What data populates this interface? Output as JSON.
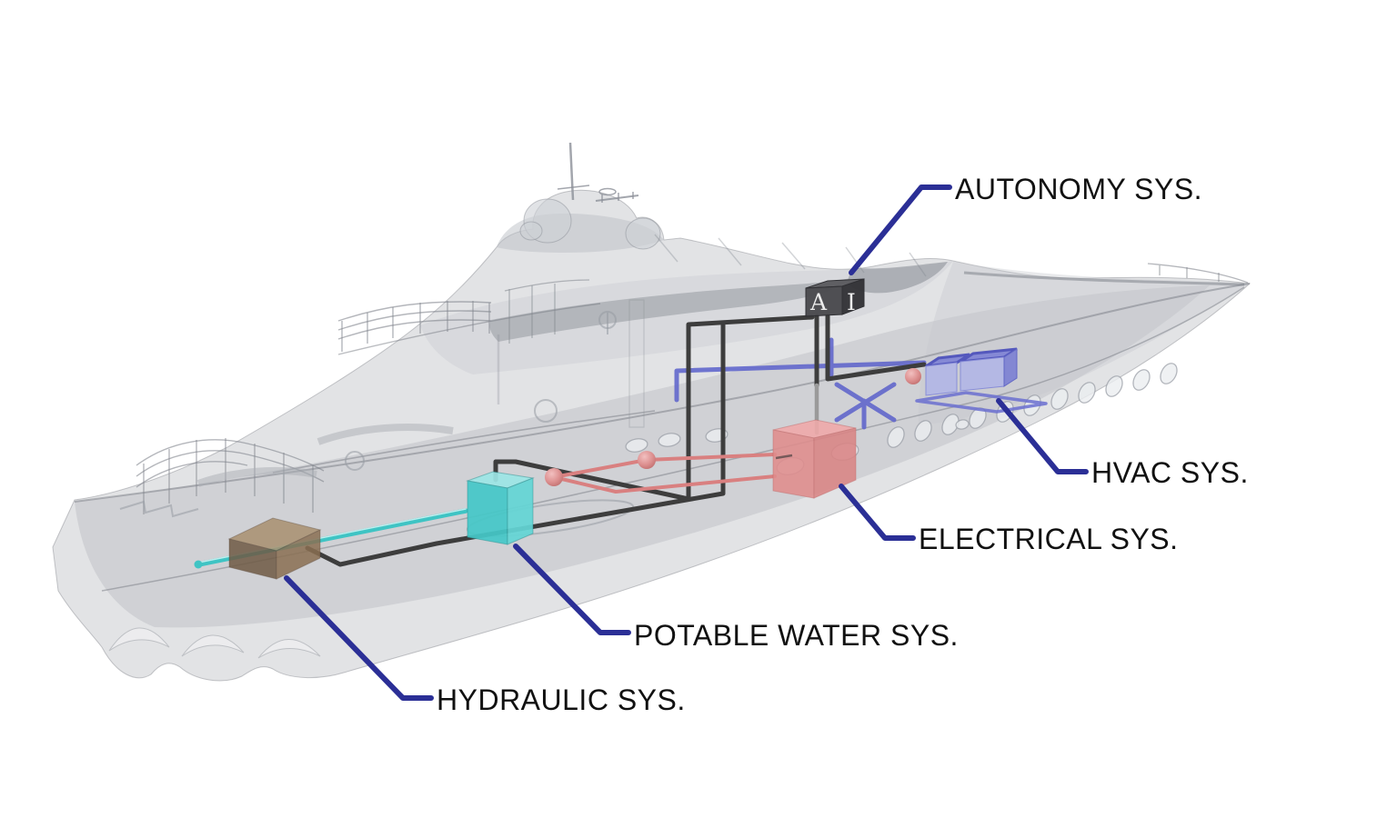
{
  "systems": {
    "autonomy": {
      "label": "AUTONOMY SYS.",
      "box_label": "A I",
      "box_color": "#4b4b4f"
    },
    "hvac": {
      "label": "HVAC SYS.",
      "box_color": "#b3b7e6"
    },
    "electrical": {
      "label": "ELECTRICAL SYS.",
      "box_color": "#e08d8d"
    },
    "potable_water": {
      "label": "POTABLE WATER SYS.",
      "box_color": "#45c8c8"
    },
    "hydraulic": {
      "label": "HYDRAULIC SYS.",
      "box_color": "#8a6f52"
    }
  },
  "pipes": {
    "data_conduit_color": "#3d3d3d",
    "hvac_duct_color": "#6267cc",
    "water_pipe_color": "#3fc4c4",
    "electrical_pipe_color": "#d98080",
    "junction_sphere_color": "#d98a8a"
  },
  "leader": {
    "color": "#2b2f96",
    "text_color": "#111111"
  },
  "canvas": {
    "background": "#ffffff"
  }
}
